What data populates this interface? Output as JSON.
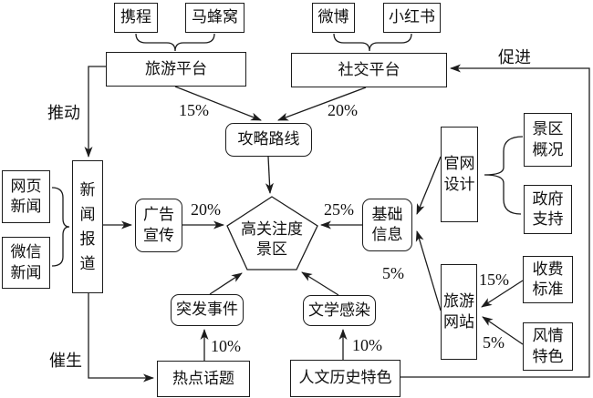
{
  "diagram": {
    "nodes": {
      "ctrip": "携程",
      "mafengwo": "马蜂窝",
      "travel_platform": "旅游平台",
      "weibo": "微博",
      "xiaohongshu": "小红书",
      "social_platform": "社交平台",
      "web_news": "网页新闻",
      "wechat_news": "微信新闻",
      "news_report": "新闻报道",
      "ad_publicity": "广告宣传",
      "guide_route": "攻略路线",
      "high_attention_scenic": "高关注度景区",
      "basic_info": "基础信息",
      "official_site_design": "官网设计",
      "scenic_overview": "景区概况",
      "gov_support": "政府支持",
      "travel_website": "旅游网站",
      "fee_standard": "收费标准",
      "local_features": "风情特色",
      "emergency_event": "突发事件",
      "literary_influence": "文学感染",
      "hot_topic": "热点话题",
      "humanistic_history": "人文历史特色"
    },
    "edge_labels": {
      "push": "推动",
      "promote": "促进",
      "spawn": "催生",
      "pct_travel_to_route": "15%",
      "pct_social_to_route": "20%",
      "pct_ad_to_scenic": "20%",
      "pct_basic_to_scenic": "25%",
      "pct_website_to_basic": "5%",
      "pct_fee_to_website": "15%",
      "pct_features_to_website": "5%",
      "pct_hot_to_emergency": "10%",
      "pct_humanistic_to_literary": "10%"
    },
    "colors": {
      "line": "#1c1c1c",
      "background": "#ffffff"
    }
  }
}
